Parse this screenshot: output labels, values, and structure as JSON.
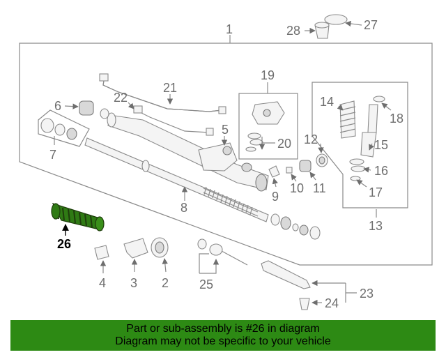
{
  "callouts": {
    "c1": "1",
    "c2": "2",
    "c3": "3",
    "c4": "4",
    "c5": "5",
    "c6": "6",
    "c7": "7",
    "c8": "8",
    "c9": "9",
    "c10": "10",
    "c11": "11",
    "c12": "12",
    "c13": "13",
    "c14": "14",
    "c15": "15",
    "c16": "16",
    "c17": "17",
    "c18": "18",
    "c19": "19",
    "c20": "20",
    "c21": "21",
    "c22": "22",
    "c23": "23",
    "c24": "24",
    "c25": "25",
    "c26": "26",
    "c27": "27",
    "c28": "28"
  },
  "highlighted_part": "26",
  "colors": {
    "banner": "#2d8a14",
    "highlight_part": "#2f7a14",
    "line": "#8a8a8a"
  },
  "banner": {
    "line1": "Part or sub-assembly is #26 in diagram",
    "line2": "Diagram may not be specific to your vehicle"
  }
}
